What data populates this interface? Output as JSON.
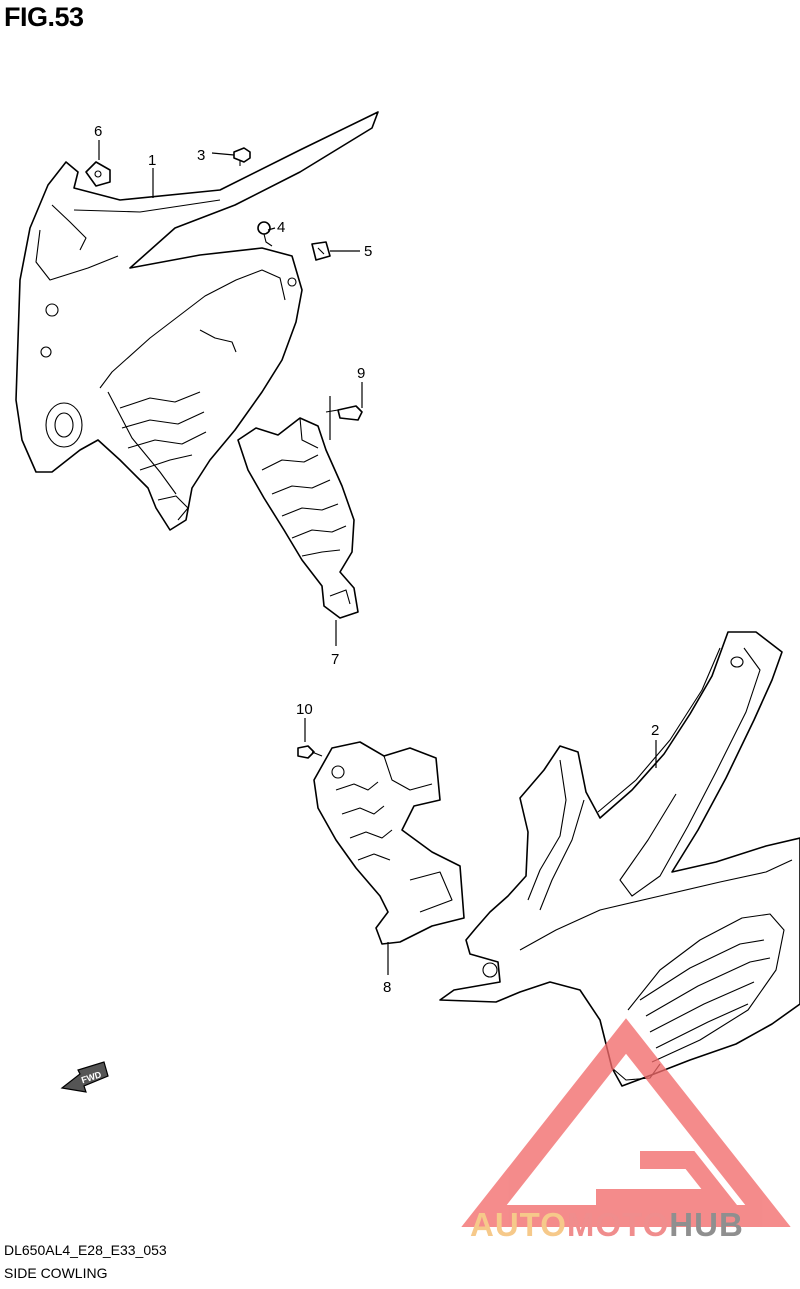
{
  "figure": {
    "title": "FIG.53"
  },
  "footer": {
    "code": "DL650AL4_E28_E33_053",
    "description": "SIDE COWLING"
  },
  "fwd_label": "FWD",
  "callouts": [
    {
      "id": "1",
      "label": "1"
    },
    {
      "id": "2",
      "label": "2"
    },
    {
      "id": "3",
      "label": "3"
    },
    {
      "id": "4",
      "label": "4"
    },
    {
      "id": "5",
      "label": "5"
    },
    {
      "id": "6",
      "label": "6"
    },
    {
      "id": "7",
      "label": "7"
    },
    {
      "id": "8",
      "label": "8"
    },
    {
      "id": "9",
      "label": "9"
    },
    {
      "id": "10",
      "label": "10"
    }
  ],
  "watermark": {
    "part_a": "AUTO",
    "part_b": "MOTO",
    "part_c": "HUB",
    "color_a": "#f6c98a",
    "color_b": "#f08d8d",
    "color_c": "#8f8f8f",
    "logo_color": "#f26b6b"
  }
}
